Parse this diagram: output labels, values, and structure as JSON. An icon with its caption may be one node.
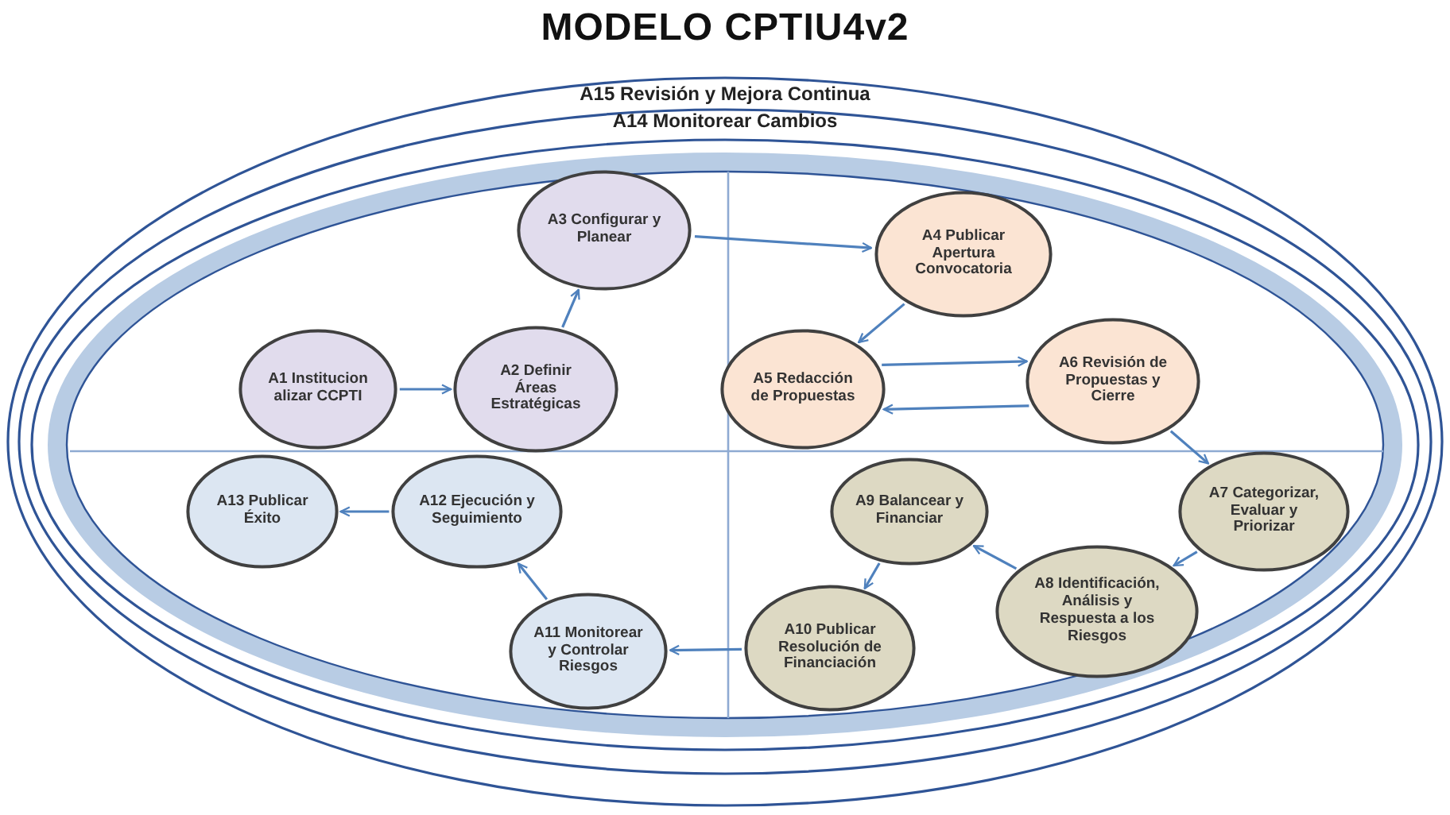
{
  "diagram": {
    "title": "MODELO CPTIU4v2",
    "nodes": [
      {
        "text": [
          "A15 Revisión y Mejora Continua"
        ]
      },
      {
        "text": [
          "A14 Monitorear Cambios"
        ],
        "in": 0
      },
      {
        "text": [
          "A1 Institucion alizar CCPTI"
        ],
        "in": 1
      },
      {
        "text": [
          "A2 Definir Áreas Estratégicas"
        ],
        "in": 1
      },
      {
        "text": [
          "A3 Configurar y Planear"
        ],
        "in": 1
      },
      {
        "text": [
          "A4 Publicar Apertura Convocatoria"
        ],
        "in": 1
      },
      {
        "text": [
          "A5 Redacción de Propuestas"
        ],
        "in": 1
      },
      {
        "text": [
          "A6 Revisión de Propuestas y Cierre"
        ],
        "in": 1
      },
      {
        "text": [
          "A7 Categorizar, Evaluar y Priorizar"
        ],
        "in": 1
      },
      {
        "text": [
          "A8 Identificación, Análisis y Respuesta a los Riesgos"
        ],
        "in": 1
      },
      {
        "text": [
          "A9 Balancear y Financiar"
        ],
        "in": 1
      },
      {
        "text": [
          "A10 Publicar Resolución de Financiación"
        ],
        "in": 1
      },
      {
        "text": [
          "A11 Monitorear y Controlar Riesgos"
        ],
        "in": 1
      },
      {
        "text": [
          "A12 Ejecución y Seguimiento"
        ],
        "in": 1
      },
      {
        "text": [
          "A13 Publicar Éxito"
        ],
        "in": 1
      }
    ],
    "edges": [
      {
        "from": 2,
        "to": 3,
        "arrow": "to"
      },
      {
        "from": 3,
        "to": 4,
        "arrow": "to"
      },
      {
        "from": 4,
        "to": 5,
        "arrow": "to"
      },
      {
        "from": 5,
        "to": 6,
        "arrow": "to"
      },
      {
        "from": 6,
        "to": 7,
        "arrow": "to"
      },
      {
        "from": 7,
        "to": 6,
        "arrow": "to"
      },
      {
        "from": 7,
        "to": 8,
        "arrow": "to"
      },
      {
        "from": 8,
        "to": 9,
        "arrow": "to"
      },
      {
        "from": 9,
        "to": 10,
        "arrow": "to"
      },
      {
        "from": 10,
        "to": 11,
        "arrow": "to"
      },
      {
        "from": 11,
        "to": 12,
        "arrow": "to"
      },
      {
        "from": 12,
        "to": 13,
        "arrow": "to"
      },
      {
        "from": 13,
        "to": 14,
        "arrow": "to"
      }
    ]
  }
}
